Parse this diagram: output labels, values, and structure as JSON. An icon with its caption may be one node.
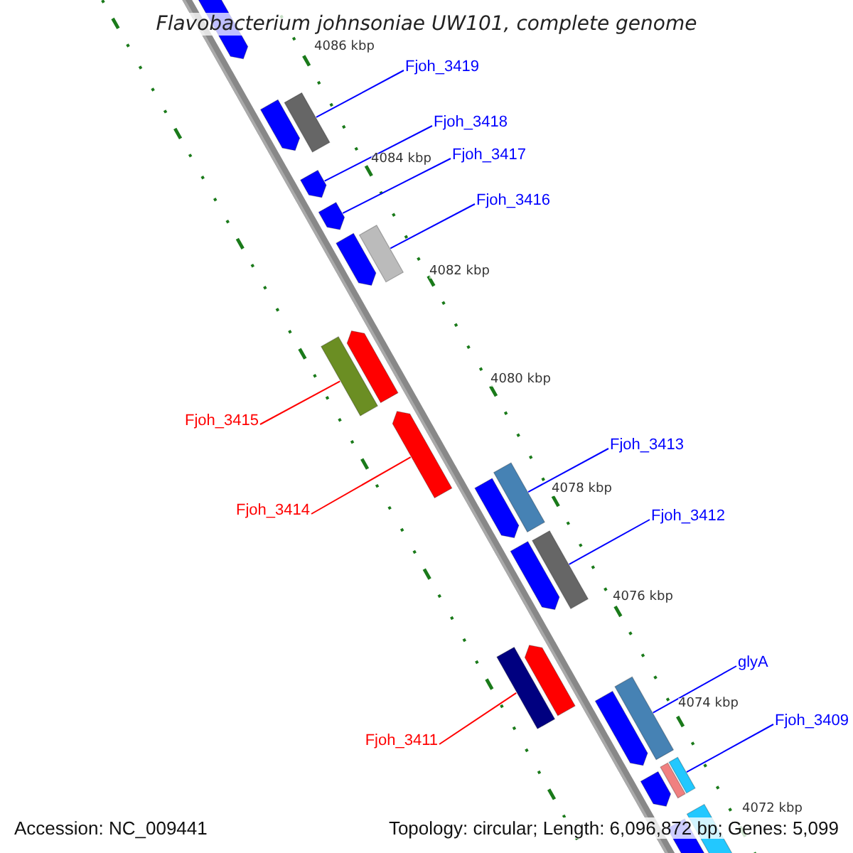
{
  "diagram": {
    "title": "Flavobacterium johnsoniae UW101, complete genome",
    "nodes": [
      {
        "text": [
          "Fjoh_3419"
        ]
      },
      {
        "text": [],
        "shape": "bar"
      },
      {
        "text": [
          "Fjoh_3418"
        ]
      },
      {
        "text": [],
        "shape": "bar"
      },
      {
        "text": [
          "Fjoh_3417"
        ]
      },
      {
        "text": [],
        "shape": "bar"
      },
      {
        "text": [
          "Fjoh_3416"
        ]
      },
      {
        "text": [],
        "shape": "bar"
      },
      {
        "text": [
          "Fjoh_3415"
        ]
      },
      {
        "text": [],
        "shape": "bar"
      },
      {
        "text": [
          "Fjoh_3414"
        ]
      },
      {
        "text": [],
        "shape": "bar"
      },
      {
        "text": [
          "Fjoh_3413"
        ]
      },
      {
        "text": [],
        "shape": "bar"
      },
      {
        "text": [
          "Fjoh_3412"
        ]
      },
      {
        "text": [],
        "shape": "bar"
      },
      {
        "text": [
          "Fjoh_3411"
        ]
      },
      {
        "text": [],
        "shape": "bar"
      },
      {
        "text": [
          "glyA"
        ]
      },
      {
        "text": [],
        "shape": "bar"
      },
      {
        "text": [
          "Fjoh_3409"
        ]
      },
      {
        "text": [],
        "shape": "bar"
      }
    ],
    "edges": [
      {
        "from": 0,
        "to": 1,
        "arrow": "none"
      },
      {
        "from": 2,
        "to": 3,
        "arrow": "none"
      },
      {
        "from": 4,
        "to": 5,
        "arrow": "none"
      },
      {
        "from": 6,
        "to": 7,
        "arrow": "none"
      },
      {
        "from": 8,
        "to": 9,
        "arrow": "none",
        "color": "#ff0000"
      },
      {
        "from": 10,
        "to": 11,
        "arrow": "none",
        "color": "#ff0000"
      },
      {
        "from": 12,
        "to": 13,
        "arrow": "none"
      },
      {
        "from": 14,
        "to": 15,
        "arrow": "none"
      },
      {
        "from": 16,
        "to": 17,
        "arrow": "none",
        "color": "#ff0000"
      },
      {
        "from": 18,
        "to": 19,
        "arrow": "none"
      },
      {
        "from": 20,
        "to": 21,
        "arrow": "none"
      }
    ],
    "labels": [
      "4086 kbp",
      "4084 kbp",
      "4082 kbp",
      "4080 kbp",
      "4078 kbp",
      "4076 kbp",
      "4074 kbp",
      "4072 kbp",
      "Accession: NC_009441",
      "Topology: circular; Length: 6,096,872 bp; Genes: 5,099"
    ]
  }
}
